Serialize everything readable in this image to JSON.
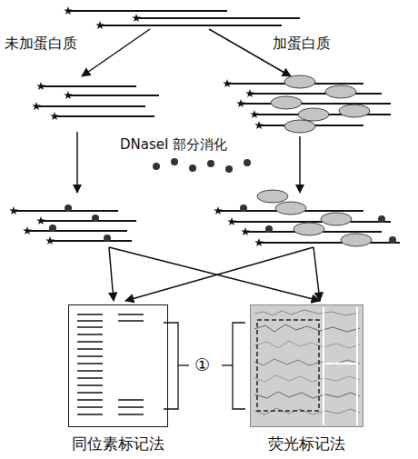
{
  "diagram": {
    "nodes": [
      {
        "text": [
          "同位素标记法"
        ]
      },
      {
        "text": [
          "荧光标记法"
        ]
      }
    ],
    "labels": [
      "未加蛋白质",
      "加蛋白质",
      "DNaseI 部分消化",
      "①"
    ]
  }
}
